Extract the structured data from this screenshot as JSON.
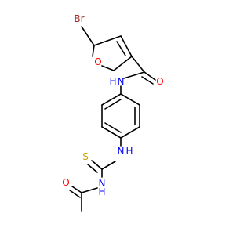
{
  "molecule": {
    "atoms": {
      "br": {
        "label": "Br",
        "color": "#a52a2a"
      },
      "o_furan": {
        "label": "O",
        "color": "#ff0000"
      },
      "o_amide": {
        "label": "O",
        "color": "#ff0000"
      },
      "nh_amide": {
        "label": "N",
        "h_label": "H",
        "color": "#0000ff"
      },
      "nh_thiourea": {
        "label": "N",
        "h_label": "H",
        "color": "#0000ff"
      },
      "s_thio": {
        "label": "S",
        "color": "#c8a000"
      },
      "nh_acetyl": {
        "label": "N",
        "h_label": "H",
        "color": "#0000ff"
      },
      "o_acetyl": {
        "label": "O",
        "color": "#ff0000"
      }
    }
  }
}
